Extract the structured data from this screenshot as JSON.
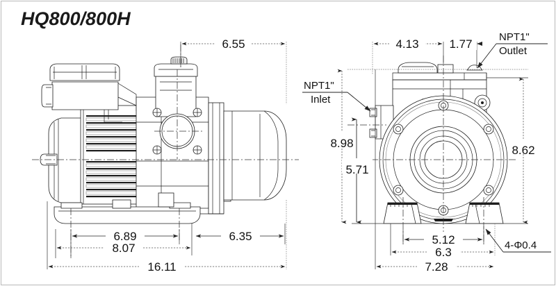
{
  "sheet": {
    "title": "HQ800/800H",
    "background_color": "#ffffff",
    "line_color": "#1d1d1d",
    "text_color": "#111111"
  },
  "drawing": {
    "kind": "engineering-dimension-drawing",
    "subject": "self-priming jet pump",
    "views": [
      {
        "name": "side-view",
        "label": ""
      },
      {
        "name": "front-view",
        "label": ""
      }
    ]
  },
  "callouts": [
    {
      "name": "inlet-callout",
      "line1": "NPT1\"",
      "line2": "Inlet"
    },
    {
      "name": "outlet-callout",
      "line1": "NPT1\"",
      "line2": "Outlet"
    },
    {
      "name": "bolt-hole-callout",
      "line1": "4-Φ0.4",
      "line2": ""
    }
  ],
  "dimensions": {
    "side_view": [
      {
        "id": "d-6-55",
        "value": "6.55",
        "orientation": "horizontal"
      },
      {
        "id": "d-6-89",
        "value": "6.89",
        "orientation": "horizontal"
      },
      {
        "id": "d-8-07",
        "value": "8.07",
        "orientation": "horizontal"
      },
      {
        "id": "d-6-35",
        "value": "6.35",
        "orientation": "horizontal"
      },
      {
        "id": "d-16-11",
        "value": "16.11",
        "orientation": "horizontal"
      }
    ],
    "front_view": [
      {
        "id": "d-4-13",
        "value": "4.13",
        "orientation": "horizontal"
      },
      {
        "id": "d-1-77",
        "value": "1.77",
        "orientation": "horizontal"
      },
      {
        "id": "d-8-98",
        "value": "8.98",
        "orientation": "vertical"
      },
      {
        "id": "d-5-71",
        "value": "5.71",
        "orientation": "vertical"
      },
      {
        "id": "d-8-62",
        "value": "8.62",
        "orientation": "vertical"
      },
      {
        "id": "d-5-12",
        "value": "5.12",
        "orientation": "horizontal"
      },
      {
        "id": "d-6-3",
        "value": "6.3",
        "orientation": "horizontal"
      },
      {
        "id": "d-7-28",
        "value": "7.28",
        "orientation": "horizontal"
      }
    ]
  }
}
